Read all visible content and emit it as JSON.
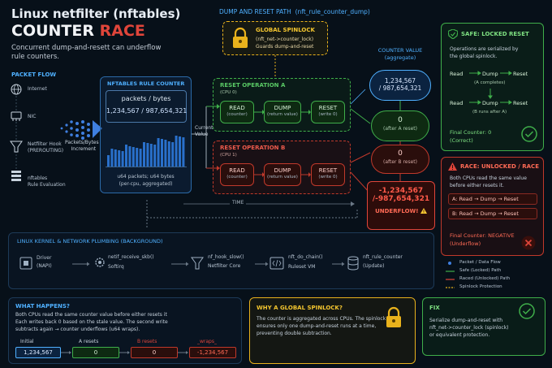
{
  "title": {
    "line1": "Linux netfilter (nftables)",
    "line2_a": "COUNTER ",
    "line2_b": "RACE",
    "subtitle_1": "Concurrent dump-and-resett can underflow",
    "subtitle_2": "rule counters."
  },
  "packet_flow": {
    "heading": "PACKET FLOW",
    "items": [
      "Internet",
      "NIC",
      "Netfilter Hook",
      "(PREROUTING)",
      "nftables",
      "Rule Evaluation"
    ],
    "arrow_label_1": "Packets/Bytes",
    "arrow_label_2": "Increment"
  },
  "dump_path": {
    "heading": "DUMP AND RESET PATH",
    "heading_fn": "(nft_rule_counter_dump)"
  },
  "spinlock": {
    "title": "GLOBAL SPINLOCK",
    "line1": "(nft_net->counter_lock)",
    "line2": "Guards dump-and-reset"
  },
  "rule_counter": {
    "heading": "NFTABLES RULE COUNTER",
    "label": "packets / bytes",
    "value": "1,234,567 / 987,654,321",
    "foot1": "u64 packets; u64 bytes",
    "foot2": "(per-cpu, aggregated)",
    "current_1": "Current",
    "current_2": "Value"
  },
  "reset_a": {
    "title": "RESET OPERATION A",
    "cpu": "(CPU 0)",
    "nodes": [
      {
        "t": "READ",
        "s": "(counter)"
      },
      {
        "t": "DUMP",
        "s": "(return value)"
      },
      {
        "t": "RESET",
        "s": "(write 0)"
      }
    ]
  },
  "reset_b": {
    "title": "RESET OPERATION B",
    "cpu": "(CPU 1)",
    "nodes": [
      {
        "t": "READ",
        "s": "(counter)"
      },
      {
        "t": "DUMP",
        "s": "(return value)"
      },
      {
        "t": "RESET",
        "s": "(write 0)"
      }
    ]
  },
  "time_label": "TIME",
  "counter_value": {
    "heading1": "COUNTER VALUE",
    "heading2": "(aggregate)",
    "v1": "1,234,567",
    "v1b": "/ 987,654,321",
    "v2": "0",
    "v2s": "(after A reset)",
    "v3": "0",
    "v3s": "(after B reset)",
    "v4": "-1,234,567",
    "v4b": "/-987,654,321",
    "underflow": "UNDERFLOW!"
  },
  "safe": {
    "title": "SAFE: LOCKED RESET",
    "desc1": "Operations are serialized by",
    "desc2": "the global spinlock.",
    "row1": [
      "Read",
      "Dump",
      "Reset"
    ],
    "row1_note": "(A completes)",
    "row2": [
      "Read",
      "Dump",
      "Reset"
    ],
    "row2_note": "(B runs after A)",
    "final1": "Final Counter: 0",
    "final2": "(Correct)"
  },
  "race": {
    "title": "RACE: UNLOCKED / RACE",
    "desc1": "Both CPUs read the same value",
    "desc2": "before either resets it.",
    "rowA": "A: Read → Dump → Reset",
    "rowB": "B: Read → Dump → Reset",
    "final1": "Final Counter: NEGATIVE",
    "final2": "(Underflow)"
  },
  "legend": {
    "items": [
      "Packet / Data Flow",
      "Safe (Locked) Path",
      "Raced (Unlocked) Path",
      "Spinlock Protection"
    ]
  },
  "kernel": {
    "heading": "LINUX KERNEL & NETWORK PLUMBING (BACKGROUND)",
    "items": [
      {
        "t": "Driver",
        "s": "(NAPI)"
      },
      {
        "t": "netif_receive_skb()",
        "s": "Softirq"
      },
      {
        "t": "nf_hook_slow()",
        "s": "Netfilter Core"
      },
      {
        "t": "nft_do_chain()",
        "s": "Ruleset VM"
      },
      {
        "t": "nft_rule_counter",
        "s": "(Update)"
      }
    ]
  },
  "what": {
    "heading": "WHAT HAPPENS?",
    "l1": "Both CPUs read the same counter value before either resets it",
    "l2": "Each writes back 0 based on the stale value. The second write",
    "l3": "subtracts again → counter underflows (u64 wraps).",
    "cols": [
      "Initial",
      "A resets",
      "B resets",
      "_wraps_"
    ],
    "vals": [
      "1,234,567",
      "0",
      "0",
      "-1,234,567"
    ]
  },
  "why": {
    "heading": "WHY A GLOBAL SPINLOCK?",
    "l1": "The counter is aggregated across CPUs. The spinlock",
    "l2": "ensures only one dump-and-reset runs at a time,",
    "l3": "preventing double subtraction."
  },
  "fix": {
    "heading": "FIX",
    "l1": "Serialize dump-and-reset with",
    "l2": "nft_net->counter_lock (spinlock)",
    "l3": "or equivalent protection."
  },
  "colors": {
    "blue": "#4fb0ff",
    "green": "#3fae4a",
    "red": "#e0453a",
    "gold": "#e9b21c"
  }
}
